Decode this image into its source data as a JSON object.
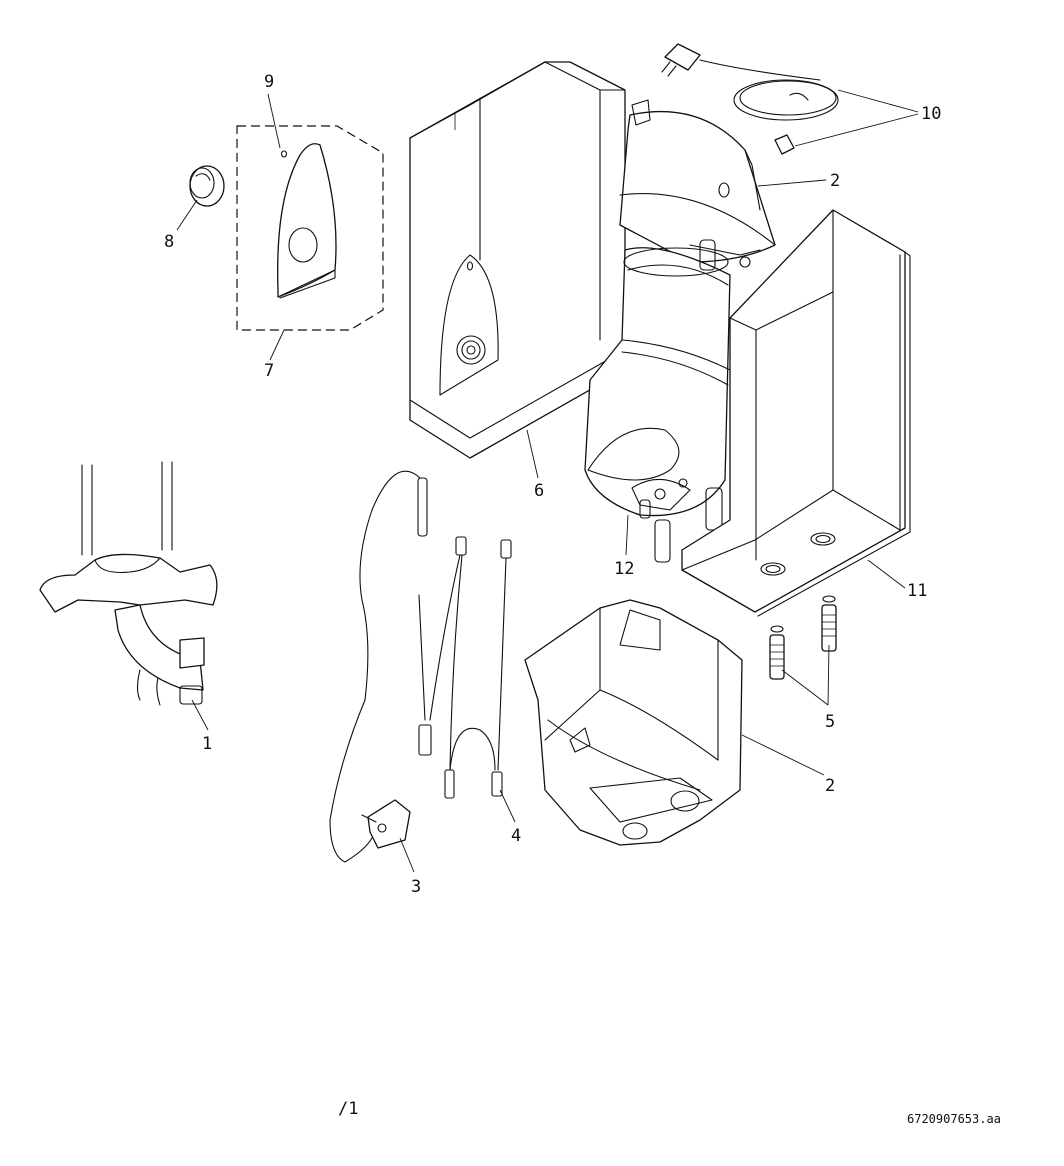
{
  "diagram": {
    "callouts": {
      "c1": "1",
      "c2a": "2",
      "c2b": "2",
      "c3": "3",
      "c4": "4",
      "c5": "5",
      "c6": "6",
      "c7": "7",
      "c8": "8",
      "c9": "9",
      "c10": "10",
      "c11": "11",
      "c12": "12"
    },
    "page_mark": "/1",
    "drawing_code": "6720907653.aa"
  }
}
